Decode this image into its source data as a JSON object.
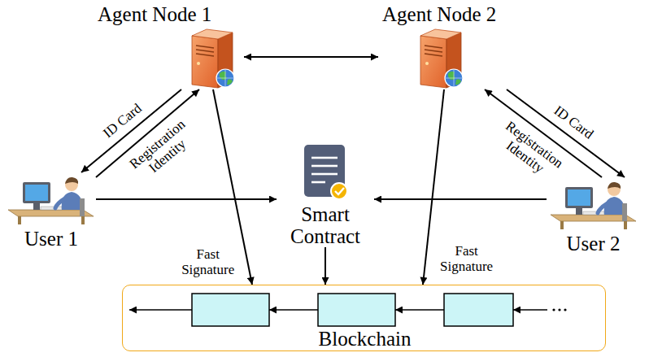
{
  "diagram": {
    "nodes": [
      {
        "text": [
          "Agent Node 1"
        ]
      },
      {
        "text": [
          "Agent Node 2"
        ]
      },
      {
        "text": [
          "User 1"
        ]
      },
      {
        "text": [
          "Smart Contract"
        ]
      },
      {
        "text": [
          "User 2"
        ]
      },
      {
        "text": [
          "Blockchain"
        ]
      }
    ],
    "edges": [
      {
        "from": 0,
        "to": 1,
        "arrow": "both"
      },
      {
        "from": 0,
        "to": 2,
        "label": "ID Card",
        "arrow": "to"
      },
      {
        "from": 2,
        "to": 0,
        "label": "Registration Identity",
        "arrow": "to"
      },
      {
        "from": 2,
        "to": 3,
        "arrow": "to"
      },
      {
        "from": 4,
        "to": 3,
        "arrow": "to"
      },
      {
        "from": 1,
        "to": 4,
        "label": "ID Card",
        "arrow": "to"
      },
      {
        "from": 4,
        "to": 1,
        "label": "Registration Identity",
        "arrow": "to"
      },
      {
        "from": 0,
        "to": 5,
        "label": "Fast Signature",
        "arrow": "to"
      },
      {
        "from": 1,
        "to": 5,
        "label": "Fast Signature",
        "arrow": "to"
      },
      {
        "from": 3,
        "to": 5,
        "arrow": "to"
      }
    ]
  }
}
